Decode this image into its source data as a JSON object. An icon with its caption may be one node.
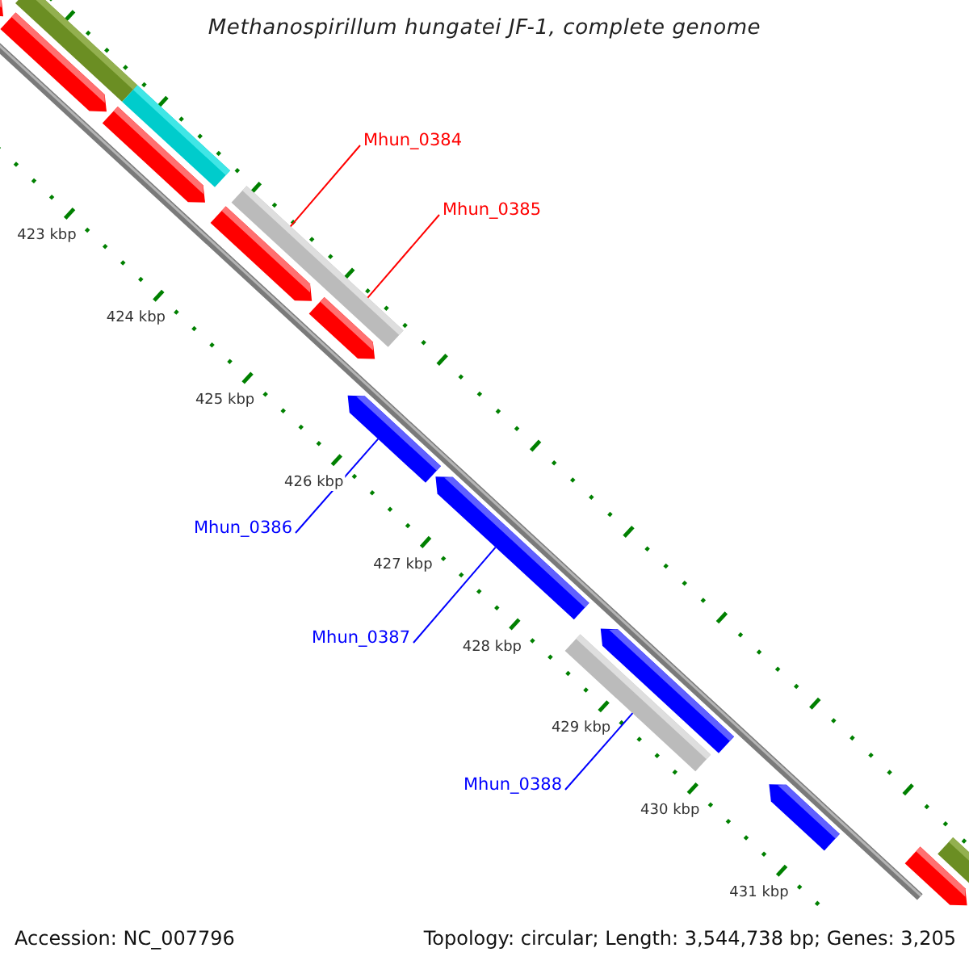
{
  "diagram": {
    "title": "Methanospirillum hungatei JF-1, complete genome",
    "nodes": [
      {
        "text": [
          "Mhun_0384"
        ]
      },
      {
        "text": [
          "Mhun_0385"
        ]
      },
      {
        "text": [
          "Mhun_0386"
        ]
      },
      {
        "text": [
          "Mhun_0387"
        ]
      },
      {
        "text": [
          "Mhun_0388"
        ]
      },
      {
        "text": [],
        "shape": "arrow"
      },
      {
        "text": [],
        "shape": "arrow"
      },
      {
        "text": [],
        "shape": "bar"
      },
      {
        "text": [],
        "shape": "bar"
      },
      {
        "text": [],
        "shape": "arrow"
      },
      {
        "text": [],
        "shape": "arrow"
      },
      {
        "text": [],
        "shape": "bar"
      },
      {
        "text": [],
        "shape": "arrow"
      },
      {
        "text": [],
        "shape": "arrow"
      },
      {
        "text": [],
        "shape": "arrow"
      },
      {
        "text": [],
        "shape": "bar"
      },
      {
        "text": [],
        "shape": "arrow"
      },
      {
        "text": [],
        "shape": "arrow"
      },
      {
        "text": [],
        "shape": "arrow"
      },
      {
        "text": [],
        "shape": "bar"
      }
    ],
    "edges": [
      {
        "from": 0,
        "to": 11,
        "arrow": "none",
        "color": "#ff0000"
      },
      {
        "from": 1,
        "to": 11,
        "arrow": "none",
        "color": "#ff0000"
      },
      {
        "from": 2,
        "to": 13,
        "arrow": "none",
        "color": "#0000ff"
      },
      {
        "from": 3,
        "to": 14,
        "arrow": "none",
        "color": "#0000ff"
      },
      {
        "from": 4,
        "to": 15,
        "arrow": "none",
        "color": "#0000ff"
      }
    ],
    "labels": [
      "423 kbp",
      "424 kbp",
      "425 kbp",
      "426 kbp",
      "427 kbp",
      "428 kbp",
      "429 kbp",
      "430 kbp",
      "431 kbp",
      "Accession: NC_007796",
      "Topology: circular; Length: 3,544,738 bp; Genes: 3,205"
    ]
  }
}
